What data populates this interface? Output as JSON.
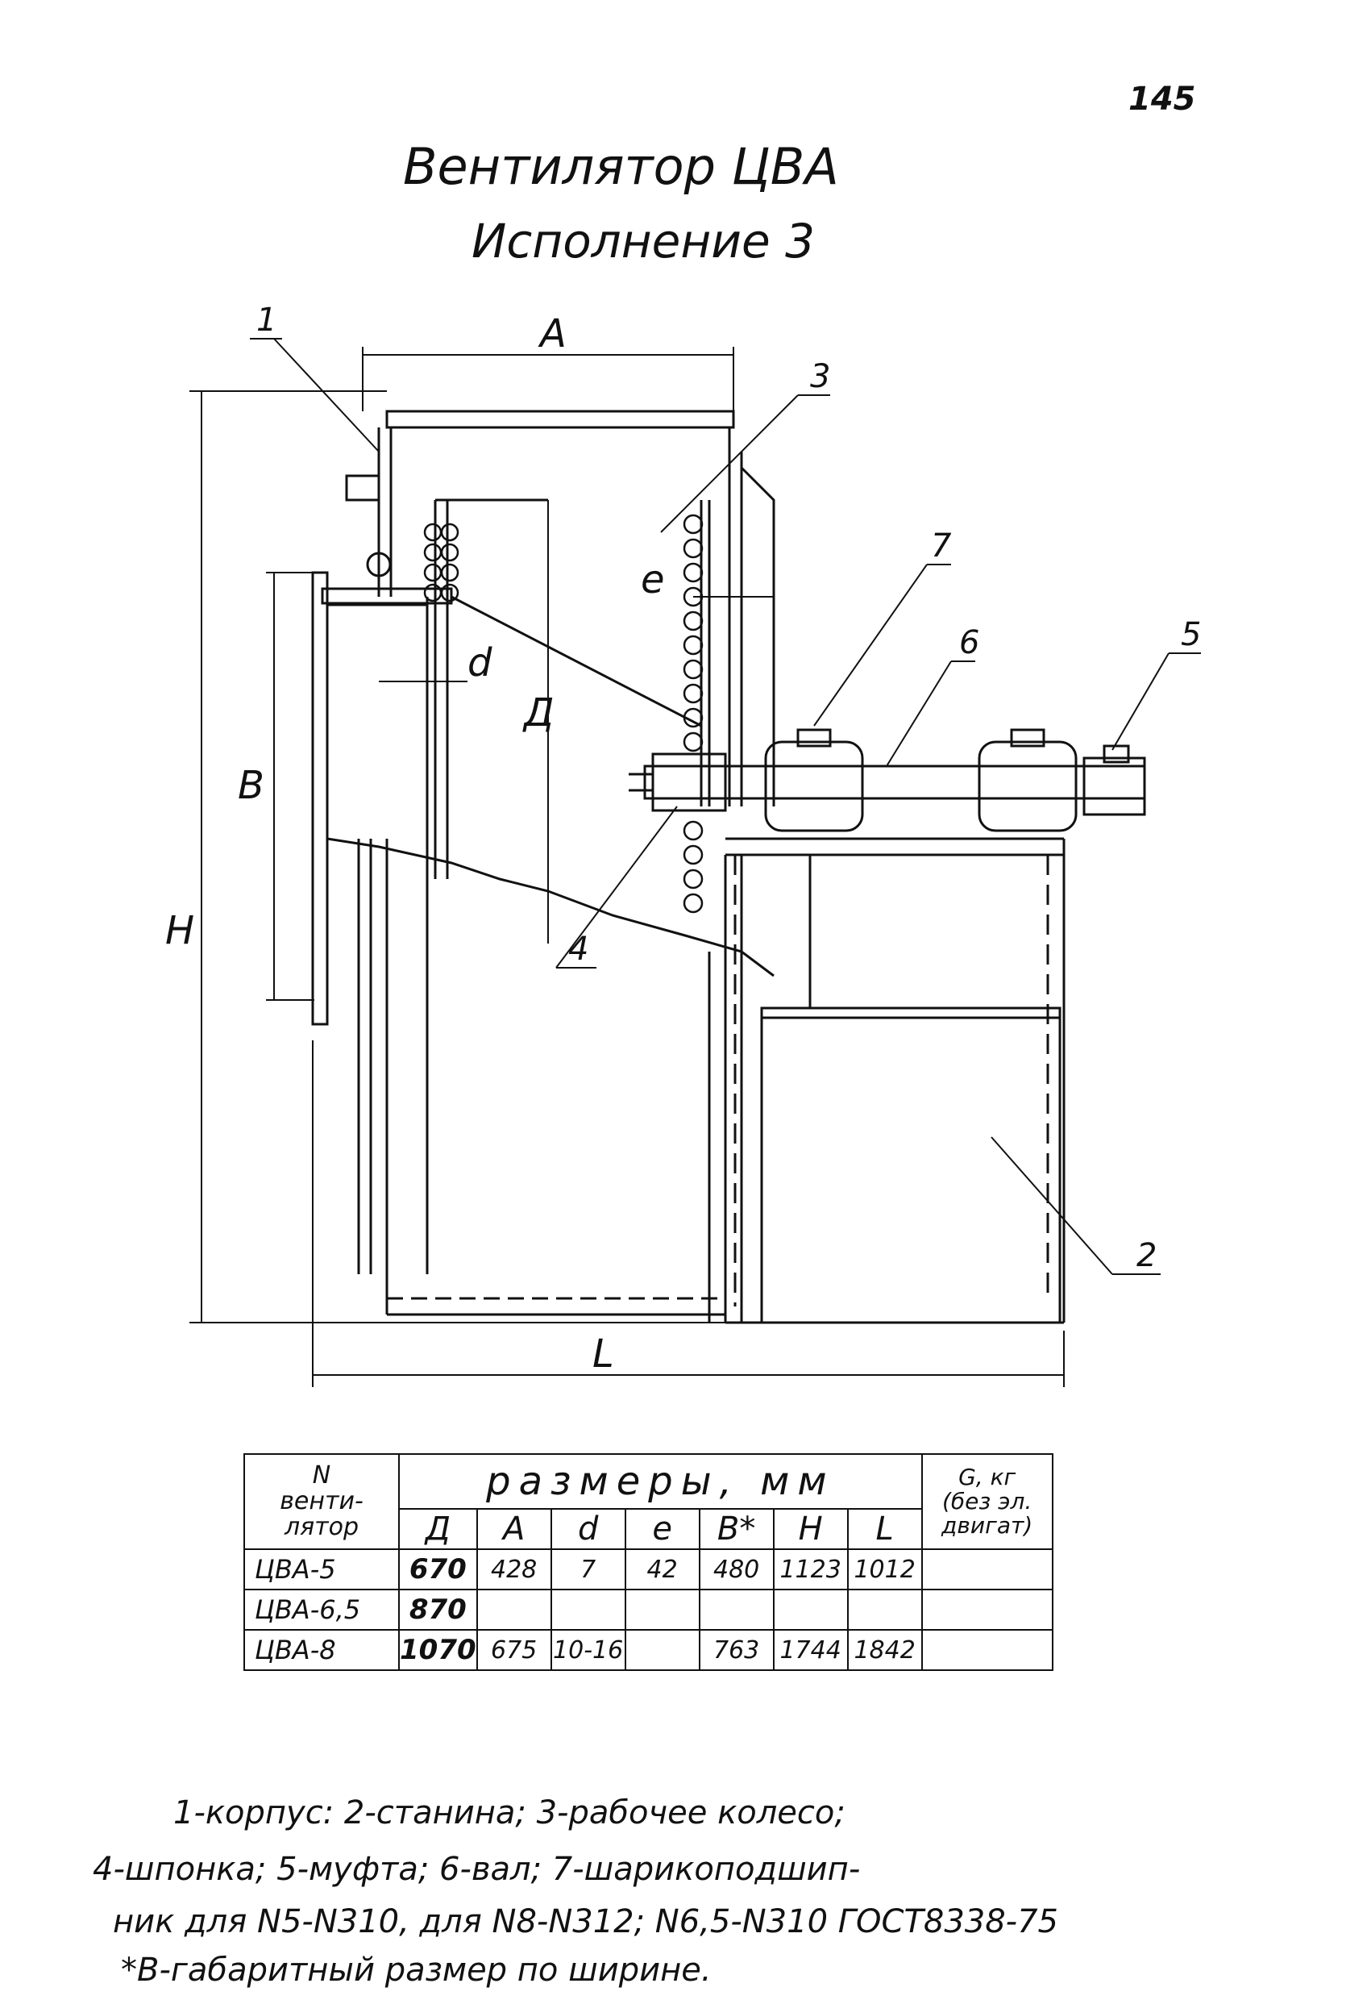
{
  "page_number": "145",
  "title": "Вентилятор ЦВА",
  "subtitle": "Исполнение 3",
  "callouts": [
    "1",
    "2",
    "3",
    "4",
    "5",
    "6",
    "7"
  ],
  "dimensions": {
    "A": "A",
    "e": "e",
    "d": "d",
    "D": "Д",
    "B": "B",
    "H": "H",
    "L": "L"
  },
  "table": {
    "header_left": [
      "N",
      "венти-",
      "лятор"
    ],
    "header_group": "размеры, мм",
    "header_right": [
      "G, кг",
      "(без эл.",
      "двигат)"
    ],
    "columns": [
      "Д",
      "A",
      "d",
      "e",
      "B*",
      "H",
      "L"
    ],
    "rows": [
      {
        "name": "ЦВА-5",
        "values": [
          "670",
          "428",
          "7",
          "42",
          "480",
          "1123",
          "1012"
        ],
        "weight": ""
      },
      {
        "name": "ЦВА-6,5",
        "values": [
          "870",
          "",
          "",
          "",
          "",
          "",
          ""
        ],
        "weight": ""
      },
      {
        "name": "ЦВА-8",
        "values": [
          "1070",
          "675",
          "10-16",
          "",
          "763",
          "1744",
          "1842"
        ],
        "weight": ""
      }
    ]
  },
  "legend": [
    "1-корпус: 2-станина; 3-рабочее колесо;",
    "4-шпонка; 5-муфта; 6-вал; 7-шарикоподшип-",
    "ник для N5-N310, для N8-N312; N6,5-N310   ГОСТ8338-75",
    "*В-габаритный размер по ширине."
  ]
}
